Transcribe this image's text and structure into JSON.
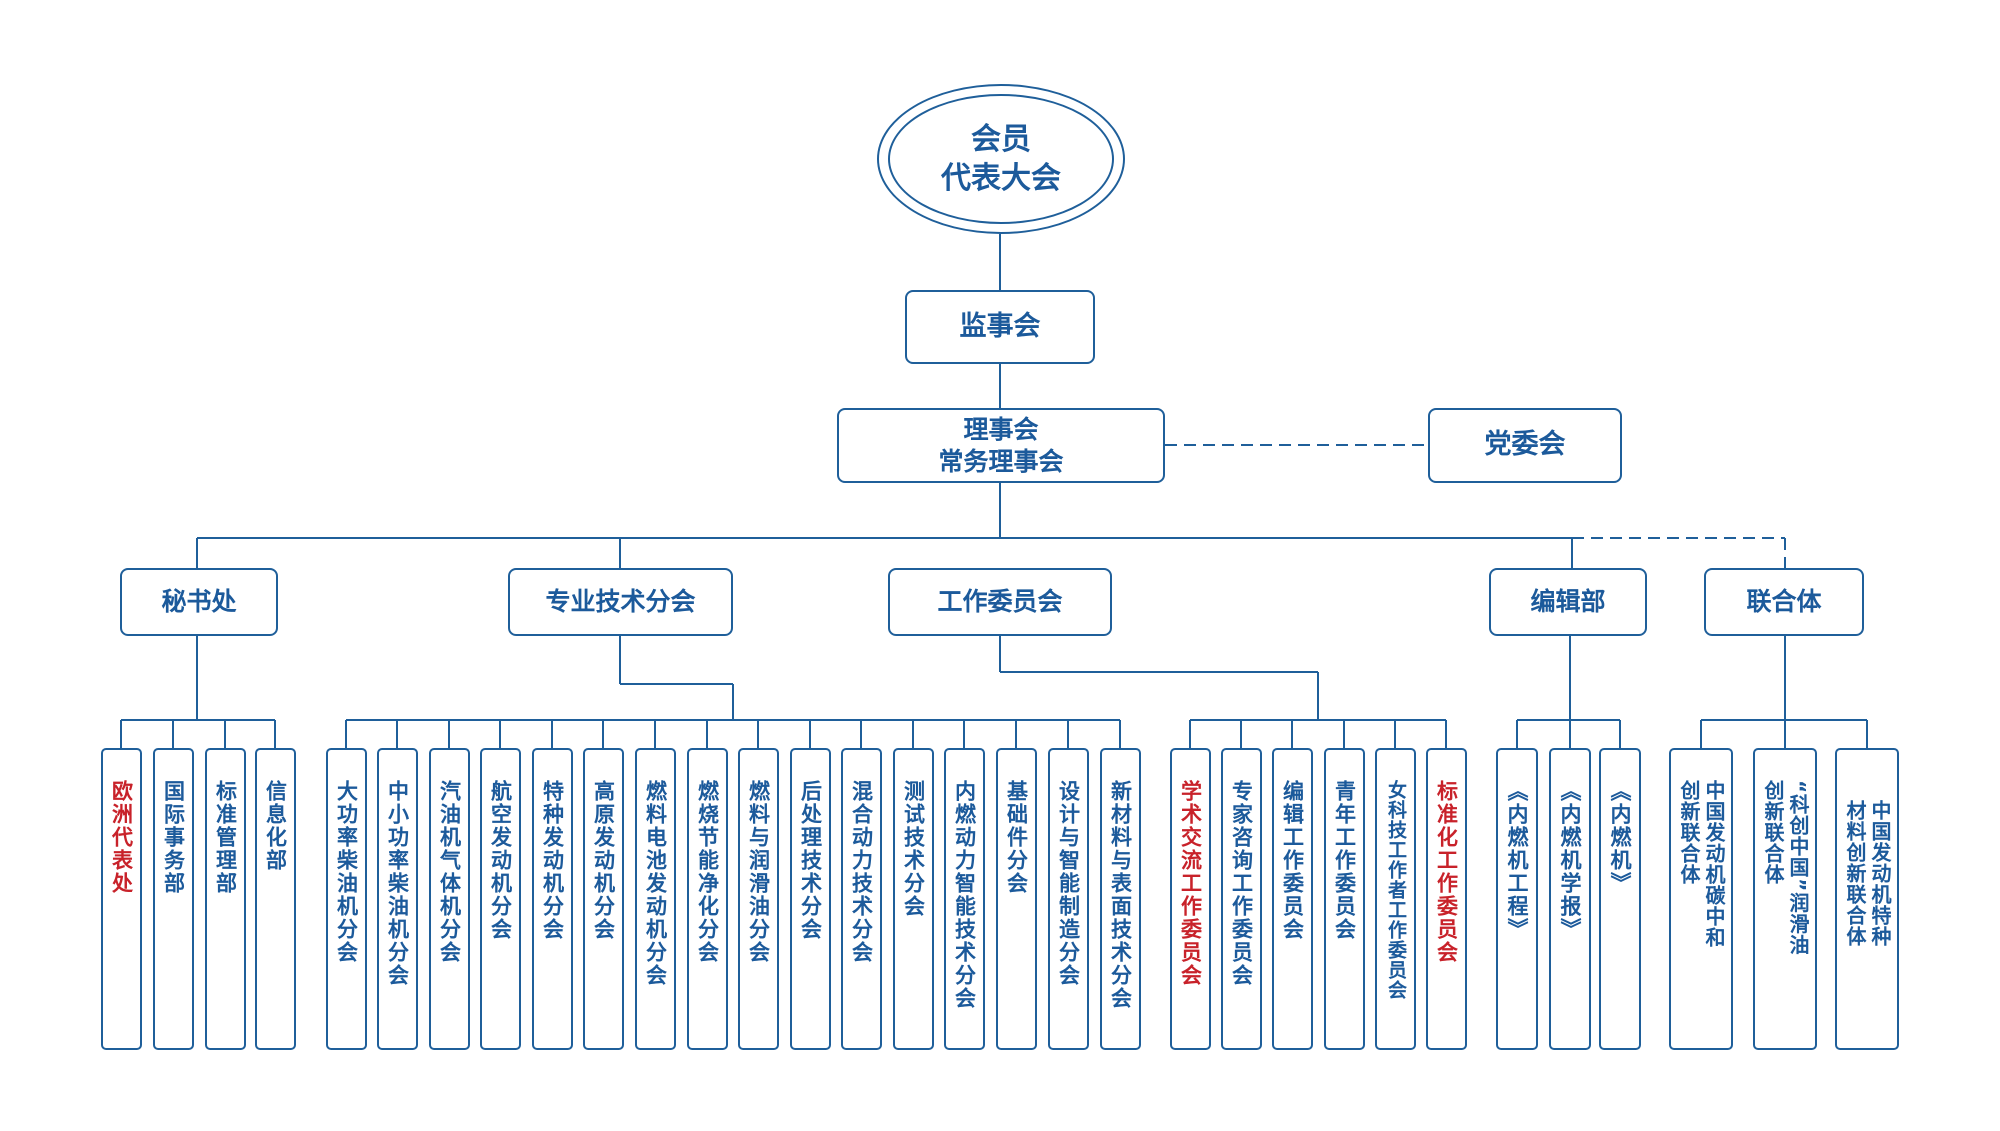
{
  "top": {
    "assembly_line1": "会员",
    "assembly_line2": "代表大会",
    "supervisory": "监事会",
    "board_line1": "理事会",
    "board_line2": "常务理事会",
    "party": "党委会"
  },
  "branches": [
    {
      "key": "secretariat",
      "label": "秘书处"
    },
    {
      "key": "tech",
      "label": "专业技术分会"
    },
    {
      "key": "work",
      "label": "工作委员会"
    },
    {
      "key": "editorial",
      "label": "编辑部"
    },
    {
      "key": "alliance",
      "label": "联合体"
    }
  ],
  "leaves": {
    "secretariat": [
      {
        "label": "欧洲代表处",
        "highlight": true
      },
      {
        "label": "国际事务部"
      },
      {
        "label": "标准管理部"
      },
      {
        "label": "信息化部"
      }
    ],
    "tech": [
      {
        "label": "大功率柴油机分会"
      },
      {
        "label": "中小功率柴油机分会"
      },
      {
        "label": "汽油机气体机分会"
      },
      {
        "label": "航空发动机分会"
      },
      {
        "label": "特种发动机分会"
      },
      {
        "label": "高原发动机分会"
      },
      {
        "label": "燃料电池发动机分会"
      },
      {
        "label": "燃烧节能净化分会"
      },
      {
        "label": "燃料与润滑油分会"
      },
      {
        "label": "后处理技术分会"
      },
      {
        "label": "混合动力技术分会"
      },
      {
        "label": "测试技术分会"
      },
      {
        "label": "内燃动力智能技术分会"
      },
      {
        "label": "基础件分会"
      },
      {
        "label": "设计与智能制造分会"
      },
      {
        "label": "新材料与表面技术分会"
      }
    ],
    "work": [
      {
        "label": "学术交流工作委员会",
        "highlight": true
      },
      {
        "label": "专家咨询工作委员会"
      },
      {
        "label": "编辑工作委员会"
      },
      {
        "label": "青年工作委员会"
      },
      {
        "label": "女科技工作者工作委员会"
      },
      {
        "label": "标准化工作委员会",
        "highlight": true
      }
    ],
    "editorial": [
      {
        "label": "《内燃机工程》"
      },
      {
        "label": "《内燃机学报》"
      },
      {
        "label": "《内燃机》"
      }
    ],
    "alliance": [
      {
        "col1": "中国发动机碳中和",
        "col2": "创新联合体"
      },
      {
        "col1": "“科创中国”润滑油",
        "col2": "创新联合体"
      },
      {
        "col1": "中国发动机特种",
        "col2": "材料创新联合体"
      }
    ]
  },
  "colors": {
    "line": "#1f5f9a",
    "text": "#1c5a9b",
    "highlight": "#c8222a"
  }
}
